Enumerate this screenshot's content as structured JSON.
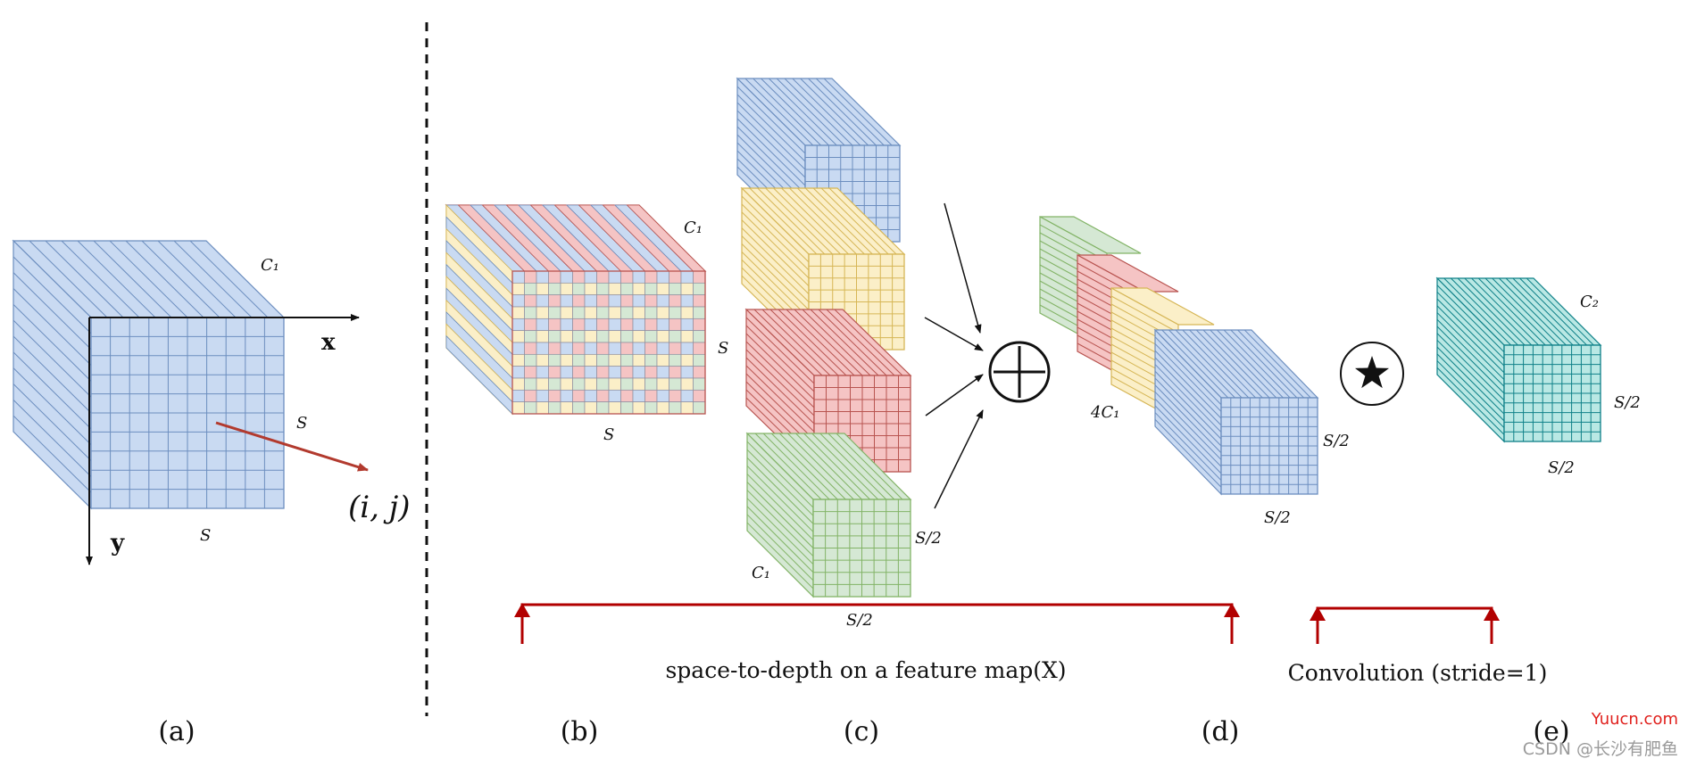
{
  "panel_a": {
    "channels": "C₁",
    "size_right": "S",
    "size_bottom": "S",
    "x_axis": "x",
    "y_axis": "y",
    "point": "(i, j)"
  },
  "panel_b": {
    "channels": "C₁",
    "size_left": "S",
    "size_bottom": "S"
  },
  "panel_c": {
    "channels": "C₁",
    "size_right": "S/2",
    "size_bottom": "S/2"
  },
  "operators": {
    "concat": "⊕",
    "conv": "★"
  },
  "panel_d": {
    "channels": "4C₁",
    "size_right": "S/2",
    "size_bottom": "S/2"
  },
  "panel_e": {
    "channels": "C₂",
    "size_right": "S/2",
    "size_bottom": "S/2"
  },
  "brackets": {
    "space_to_depth": "space-to-depth on a feature map(X)",
    "convolution": "Convolution (stride=1)"
  },
  "panel_labels": [
    "(a)",
    "(b)",
    "(c)",
    "(d)",
    "(e)"
  ],
  "watermark": {
    "site": "Yuucn.com",
    "credit": "CSDN @长沙有肥鱼"
  },
  "colors": {
    "blue": "#c9daf2",
    "blue_line": "#6c8ebf",
    "yellow": "#fbefc8",
    "yellow_line": "#d6b656",
    "red": "#f5c4c4",
    "red_line": "#b85450",
    "green": "#d5e8d4",
    "green_line": "#82b366",
    "teal": "#b9e8e4",
    "teal_line": "#0e8088",
    "bracket": "#b20000",
    "arrow_red": "#b23a2e"
  }
}
